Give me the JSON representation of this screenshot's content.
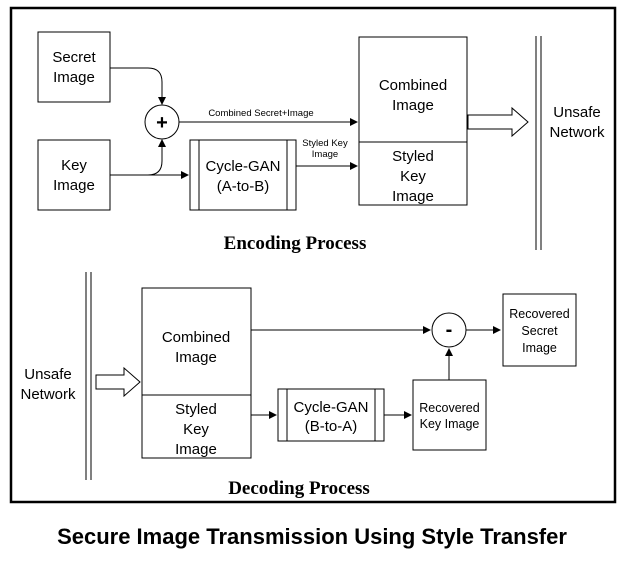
{
  "encoding": {
    "secret_image": [
      "Secret",
      "Image"
    ],
    "key_image": [
      "Key",
      "Image"
    ],
    "plus_symbol": "+",
    "combined_secret_label": "Combined Secret+Image",
    "cyclegan": [
      "Cycle-GAN",
      "(A-to-B)"
    ],
    "styled_key_label": [
      "Styled Key",
      "Image"
    ],
    "output_top": [
      "Combined",
      "Image"
    ],
    "output_bottom": [
      "Styled",
      "Key",
      "Image"
    ],
    "network": [
      "Unsafe",
      "Network"
    ],
    "title": "Encoding Process"
  },
  "decoding": {
    "network": [
      "Unsafe",
      "Network"
    ],
    "input_top": [
      "Combined",
      "Image"
    ],
    "input_bottom": [
      "Styled",
      "Key",
      "Image"
    ],
    "cyclegan": [
      "Cycle-GAN",
      "(B-to-A)"
    ],
    "recovered_key": [
      "Recovered",
      "Key Image"
    ],
    "minus_symbol": "-",
    "recovered_secret": [
      "Recovered",
      "Secret",
      "Image"
    ],
    "title": "Decoding Process"
  },
  "caption": "Secure Image Transmission Using Style Transfer"
}
